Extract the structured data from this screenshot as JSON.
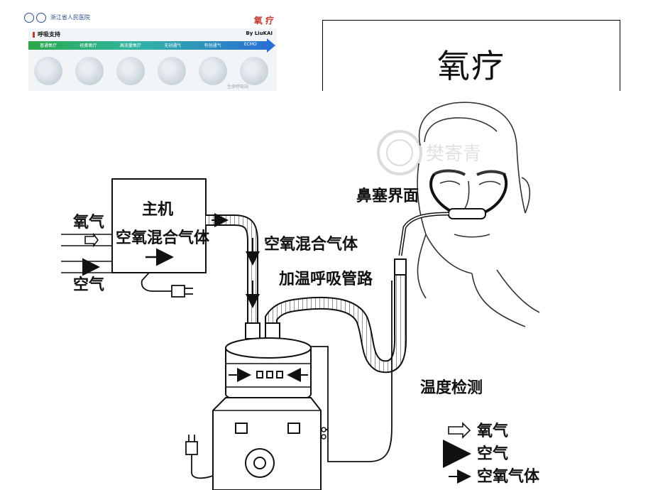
{
  "banner": {
    "hospital_name": "浙江省人民医院",
    "title": "氧 疗",
    "section": "呼吸支持",
    "author": "By LiuKAI",
    "stages": [
      "普通氧疗",
      "经鼻氧疗",
      "高流量氧疗",
      "无创通气",
      "有创通气",
      "ECMO"
    ],
    "watermark": "生命呼吸站"
  },
  "slide_title": "氧疗",
  "diagram": {
    "labels": {
      "oxygen_in": "氧气",
      "air_in": "空气",
      "host_line1": "主机",
      "host_line2": "空氧混合气体",
      "mixed_gas": "空氧混合气体",
      "heated_circuit": "加温呼吸管路",
      "nasal_interface": "鼻塞界面",
      "temperature_probe": "温度检测"
    },
    "legend": [
      {
        "arrow": "hollow-arrow",
        "label": "氧气"
      },
      {
        "arrow": "solid-arrow",
        "label": "空气"
      },
      {
        "arrow": "thin-arrow",
        "label": "空氧气体"
      }
    ],
    "watermark_text": "樊寄青"
  }
}
